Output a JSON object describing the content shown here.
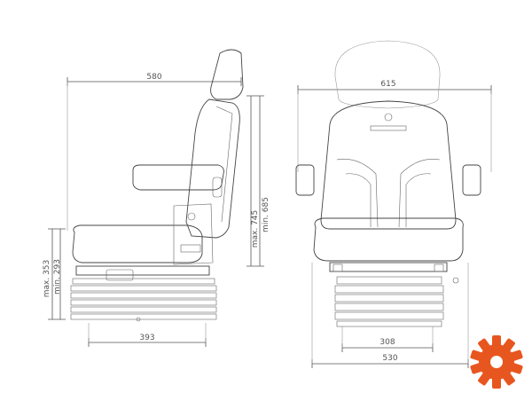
{
  "side_view": {
    "width_label": "580",
    "height_max_label": "max. 745",
    "height_min_label": "min. 685",
    "seat_height_max_label": "max. 353",
    "seat_height_min_label": "min. 293",
    "base_width_label": "393"
  },
  "front_view": {
    "width_label": "615",
    "base_inner_label": "308",
    "base_outer_label": "530"
  },
  "accent_color": "#e8561f"
}
